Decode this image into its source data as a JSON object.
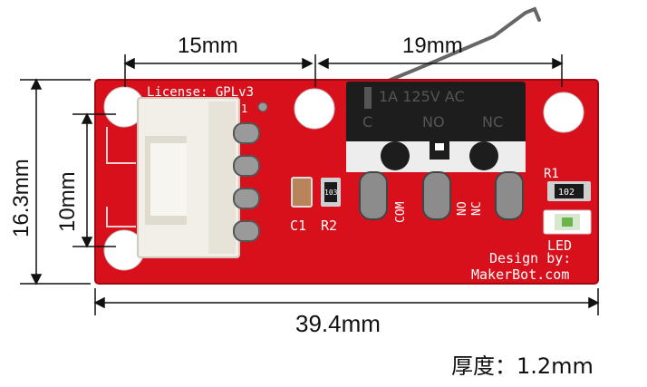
{
  "dimensions": {
    "top_left": "15mm",
    "top_right": "19mm",
    "left_outer": "16.3mm",
    "left_inner": "10mm",
    "bottom": "39.4mm"
  },
  "thickness_label": "厚度：1.2mm",
  "board": {
    "license": "License: GPLv3",
    "pin1": "1",
    "c1": "C1",
    "r2": "R2",
    "r1": "R1",
    "led": "LED",
    "design_line1": "Design by:",
    "design_line2": "MakerBot.com",
    "resistor_code": "103",
    "resistor_code_r1": "102",
    "switch_rating": "1A 125V AC",
    "switch_c": "C",
    "switch_no": "NO",
    "switch_nc": "NC",
    "pin_com": "COM",
    "pin_no": "NO",
    "pin_nc": "NC"
  },
  "colors": {
    "pcb": "#d8101c",
    "silkscreen": "#ffffff",
    "connector": "#f2efe8",
    "switch_body": "#1d1d1d",
    "metal": "#9a9a9a"
  }
}
